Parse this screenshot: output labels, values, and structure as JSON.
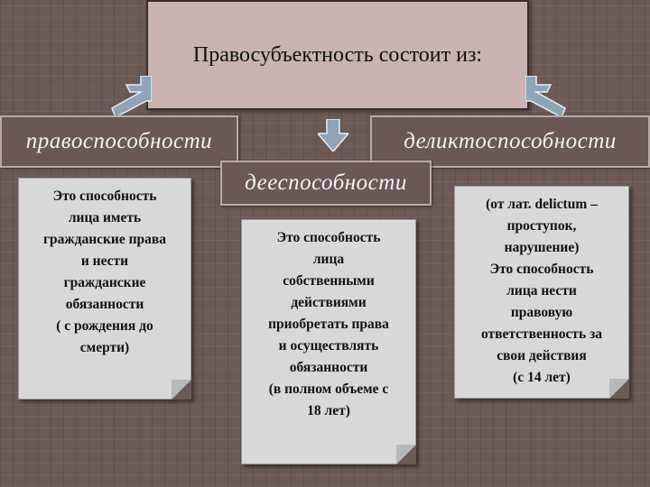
{
  "title": "Правосубъектность состоит из:",
  "left": {
    "heading": "правоспособности",
    "lines": [
      "Это  способность",
      "лица иметь",
      "гражданские права",
      "и нести",
      "гражданские",
      "обязанности",
      "( с рождения до",
      "смерти)"
    ]
  },
  "middle": {
    "heading": "дееспособности",
    "lines": [
      "Это  способность",
      "лица",
      "собственными",
      "действиями",
      "приобретать права",
      "и осуществлять",
      "обязанности",
      "(в полном объеме с",
      "18 лет)"
    ]
  },
  "right": {
    "heading": "деликтоспособности",
    "lines": [
      "(от лат. delictum –",
      "проступок,",
      "нарушение)",
      "Это способность",
      "лица нести",
      "правовую",
      "ответственность за",
      "свои действия",
      "(с 14 лет)"
    ]
  },
  "colors": {
    "background": "#6b5a55",
    "title_box": "#c9b3b0",
    "heading_box": "#6b5755",
    "note_fill": "#d8d8d8",
    "arrow": "#8fa4b8"
  },
  "icons": [
    "arrow-down-left-icon",
    "arrow-down-icon",
    "arrow-down-right-icon"
  ]
}
